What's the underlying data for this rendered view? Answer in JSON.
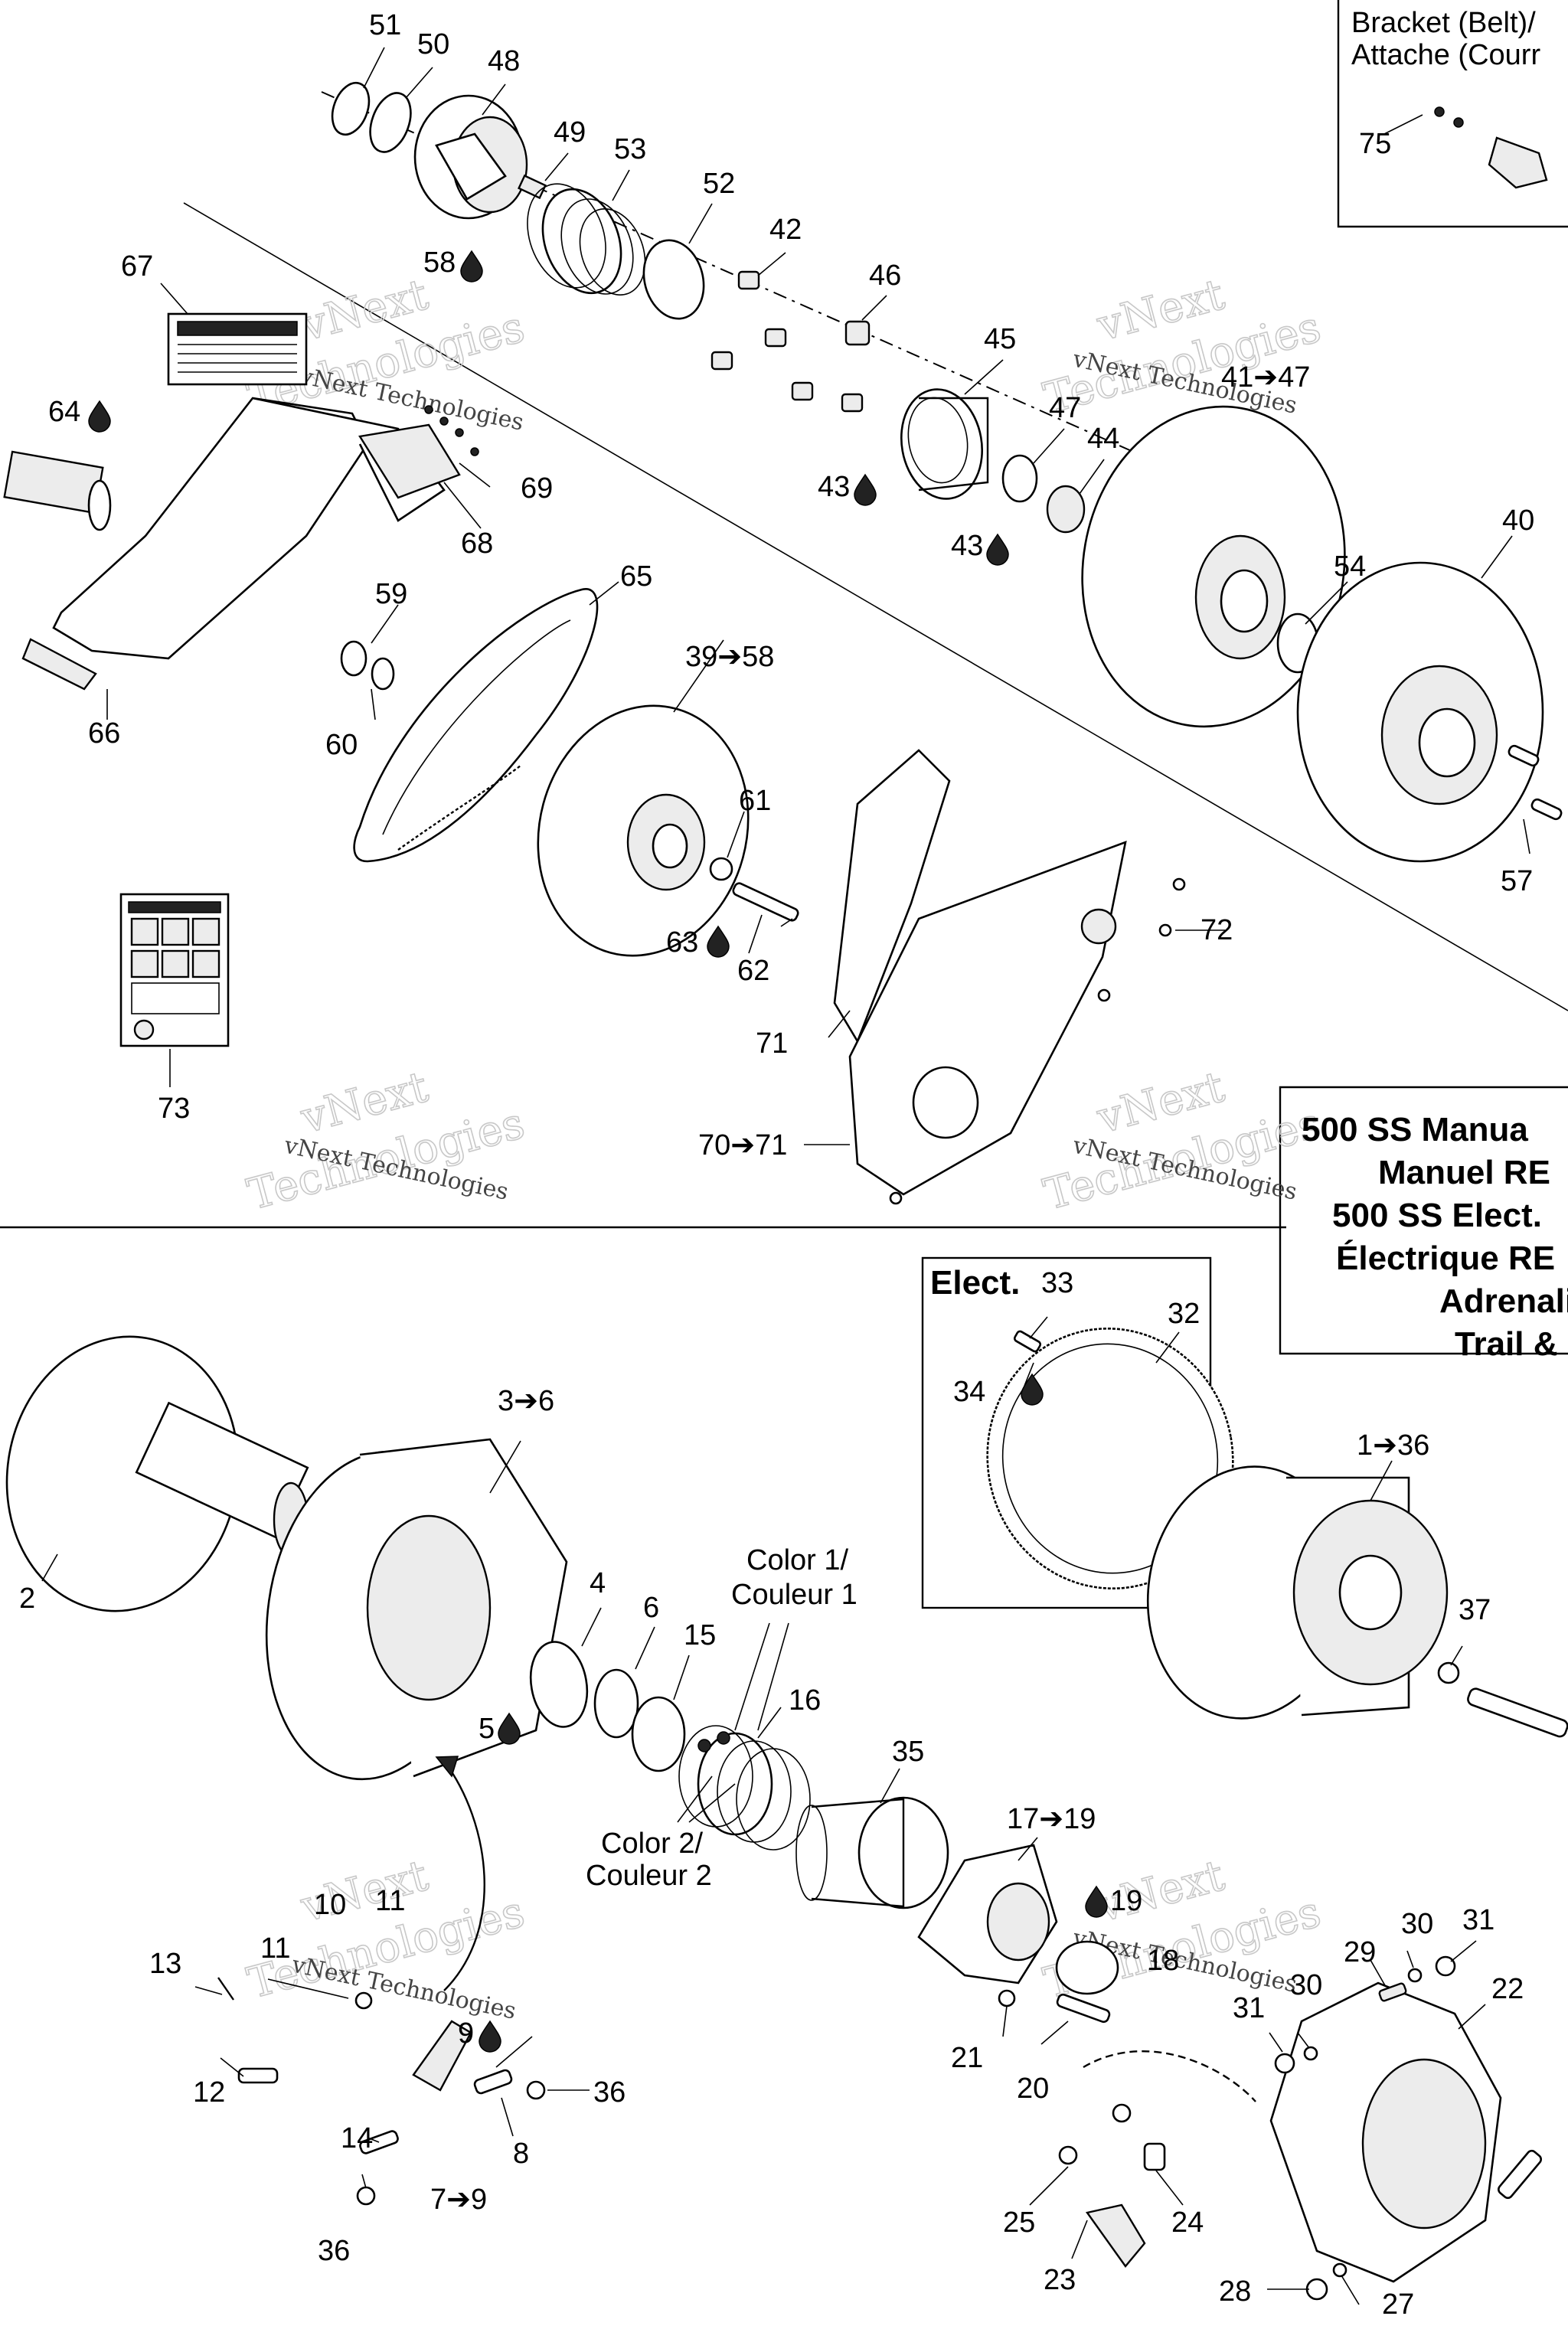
{
  "panels": {
    "bracket": {
      "line1": "Bracket (Belt)/",
      "line2": "Attache (Courr"
    },
    "models": [
      "500 SS Manua",
      "Manuel RE",
      "500 SS Elect.",
      "Électrique RE",
      "Adrenalin",
      "Trail &"
    ],
    "elect": {
      "title": "Elect."
    },
    "color1": {
      "line1": "Color 1/",
      "line2": "Couleur 1"
    },
    "color2": {
      "line1": "Color 2/",
      "line2": "Couleur 2"
    }
  },
  "watermark": {
    "line1": "vNext",
    "line2": "Technologies",
    "caption": "vNext Technologies"
  },
  "callouts": {
    "c51": "51",
    "c50": "50",
    "c48": "48",
    "c49": "49",
    "c53": "53",
    "c52": "52",
    "c58": "58",
    "c42": "42",
    "c46": "46",
    "c67": "67",
    "c64": "64",
    "c45": "45",
    "c41_47": "41➔47",
    "c47": "47",
    "c44": "44",
    "c43a": "43",
    "c43b": "43",
    "c40": "40",
    "c54": "54",
    "c69": "69",
    "c68": "68",
    "c65": "65",
    "c59": "59",
    "c60": "60",
    "c39_58": "39➔58",
    "c66": "66",
    "c61": "61",
    "c57": "57",
    "c72": "72",
    "c63": "63",
    "c62": "62",
    "c71": "71",
    "c73": "73",
    "c70_71": "70➔71",
    "c75": "75",
    "c33": "33",
    "c32": "32",
    "c34": "34",
    "c3_6": "3➔6",
    "c1_36": "1➔36",
    "c2": "2",
    "c4": "4",
    "c6": "6",
    "c15": "15",
    "c16": "16",
    "c5": "5",
    "c37": "37",
    "c35": "35",
    "c17_19": "17➔19",
    "c19": "19",
    "c18": "18",
    "c10": "10",
    "c11a": "11",
    "c11b": "11",
    "c13": "13",
    "c12": "12",
    "c9": "9",
    "c36a": "36",
    "c36b": "36",
    "c14": "14",
    "c8": "8",
    "c7_9": "7➔9",
    "c30a": "30",
    "c31a": "31",
    "c29": "29",
    "c22": "22",
    "c31b": "31",
    "c30b": "30",
    "c21": "21",
    "c20": "20",
    "c25": "25",
    "c24": "24",
    "c23": "23",
    "c28": "28",
    "c27": "27"
  }
}
